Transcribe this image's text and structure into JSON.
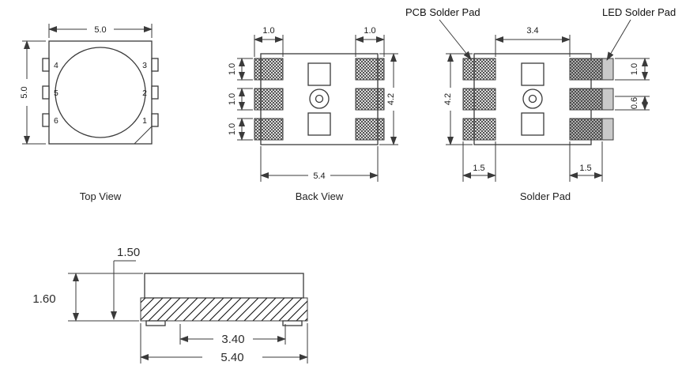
{
  "views": {
    "top": {
      "caption": "Top View",
      "dim_width": "5.0",
      "dim_height": "5.0",
      "pins_left": [
        "4",
        "5",
        "6"
      ],
      "pins_right": [
        "3",
        "2",
        "1"
      ]
    },
    "back": {
      "caption": "Back View",
      "dim_pad_w_left": "1.0",
      "dim_pad_w_right": "1.0",
      "dim_pad_h_1": "1.0",
      "dim_pad_h_2": "1.0",
      "dim_pad_h_3": "1.0",
      "dim_width": "5.4",
      "dim_height": "4.2"
    },
    "pad": {
      "caption": "Solder Pad",
      "label_pcb_pad": "PCB Solder Pad",
      "label_led_pad": "LED Solder Pad",
      "dim_gap": "3.4",
      "dim_height": "4.2",
      "dim_pad_left": "1.5",
      "dim_pad_right": "1.5",
      "dim_led_pad_h": "1.0",
      "dim_led_pad_offset": "0.6"
    },
    "side": {
      "dim_body_h": "1.50",
      "dim_total_h": "1.60",
      "dim_inner_w": "3.40",
      "dim_outer_w": "5.40"
    }
  },
  "colors": {
    "line": "#3a3a3a",
    "led_pad_fill": "#c9c9c9",
    "background": "#ffffff"
  }
}
